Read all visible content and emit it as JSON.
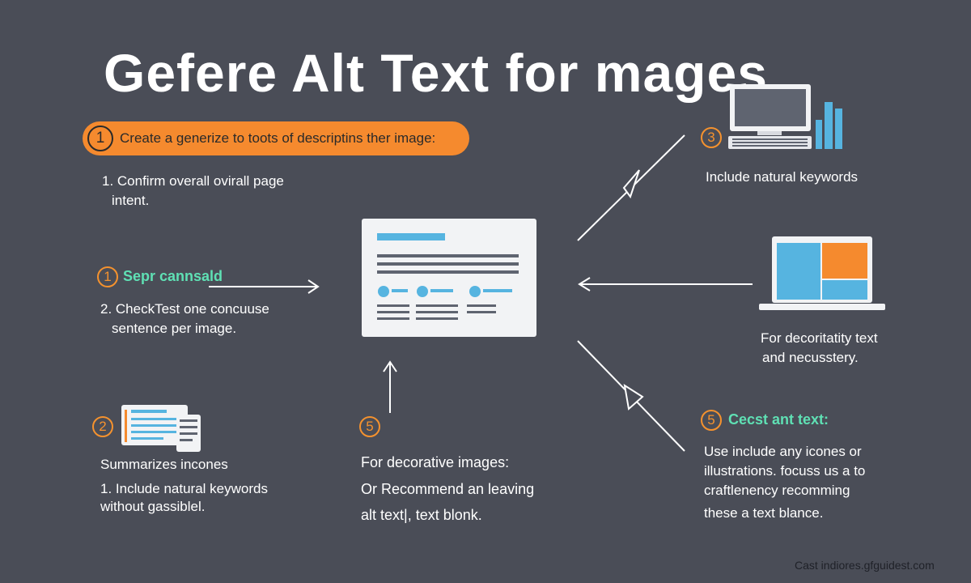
{
  "title": "Gefere Alt Text for mages",
  "step1_pill": {
    "number": "1",
    "text": "Create a generize to toots of descriptins ther image:"
  },
  "left_top_text": {
    "line1": "1. Confirm overall ovirall page",
    "line2": "intent."
  },
  "left_mid": {
    "number": "1",
    "label": "Sepr cannsald",
    "line1": "2. CheckTest one concuuse",
    "line2": "sentence per image."
  },
  "left_bottom": {
    "number": "2",
    "label": "Summarizes incones",
    "line1": "1. Include natural keywords",
    "line2": "without gassiblel."
  },
  "center_bottom": {
    "number": "5",
    "line1": "For decorative images:",
    "line2": "Or Recommend an leaving",
    "line3": "alt text|, text blonk."
  },
  "right_top": {
    "number": "3",
    "text": "Include natural keywords"
  },
  "right_mid": {
    "line1": "For decoritatity text",
    "line2": "and necusstery."
  },
  "right_bottom": {
    "number": "5",
    "label": "Cecst ant text:",
    "line1": "Use include any icones or",
    "line2": "illustrations. focuss us a to",
    "line3": "craftlenency recomming",
    "line4": "these a text blance."
  },
  "footer": "Cast indiores.gfguidest.com",
  "colors": {
    "background": "#4a4d57",
    "orange": "#f58a2e",
    "green": "#5fe0b4",
    "blue": "#56b4e0"
  }
}
